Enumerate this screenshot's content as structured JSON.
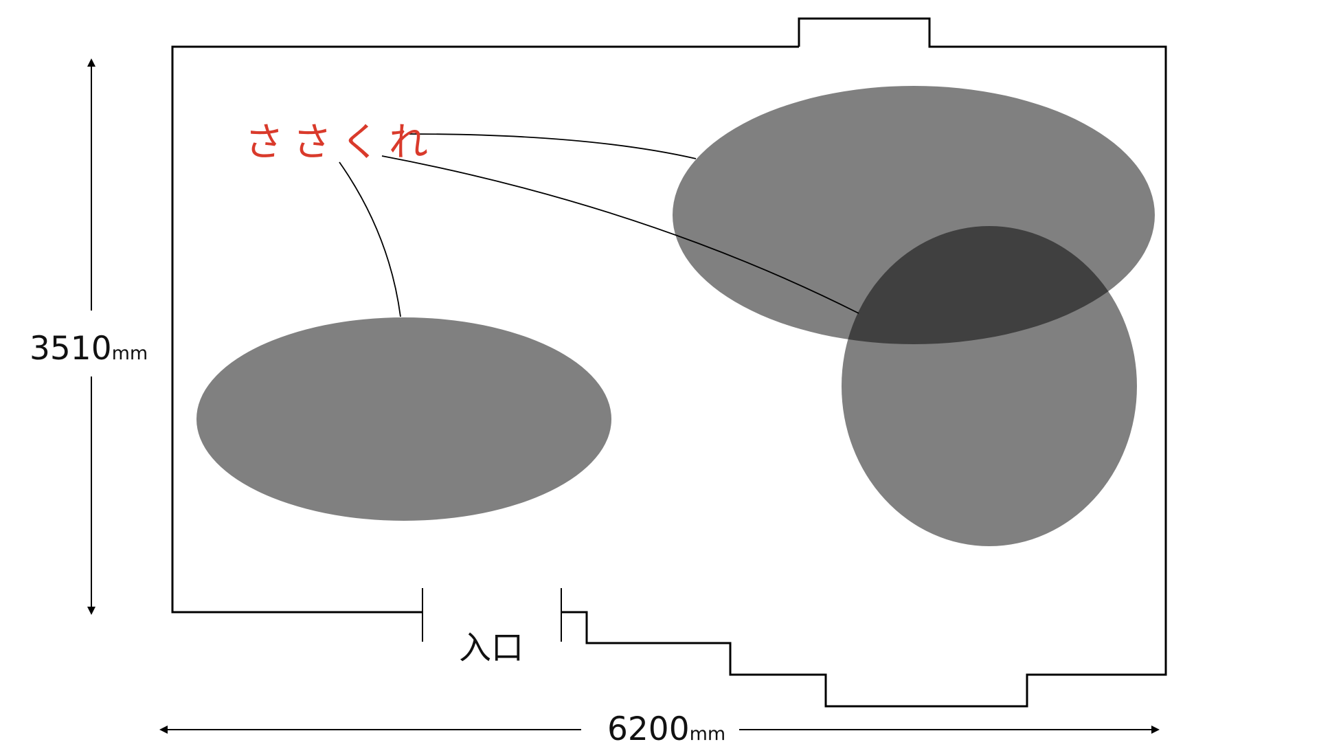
{
  "annotation": {
    "label": "ささくれ",
    "color": "#d93a2b"
  },
  "entrance": {
    "label": "入口"
  },
  "dimensions": {
    "height": {
      "value": "3510",
      "unit": "mm"
    },
    "width": {
      "value": "6200",
      "unit": "mm"
    }
  },
  "colors": {
    "wall": "#000000",
    "shape": "#808080",
    "overlap": "#404040"
  }
}
